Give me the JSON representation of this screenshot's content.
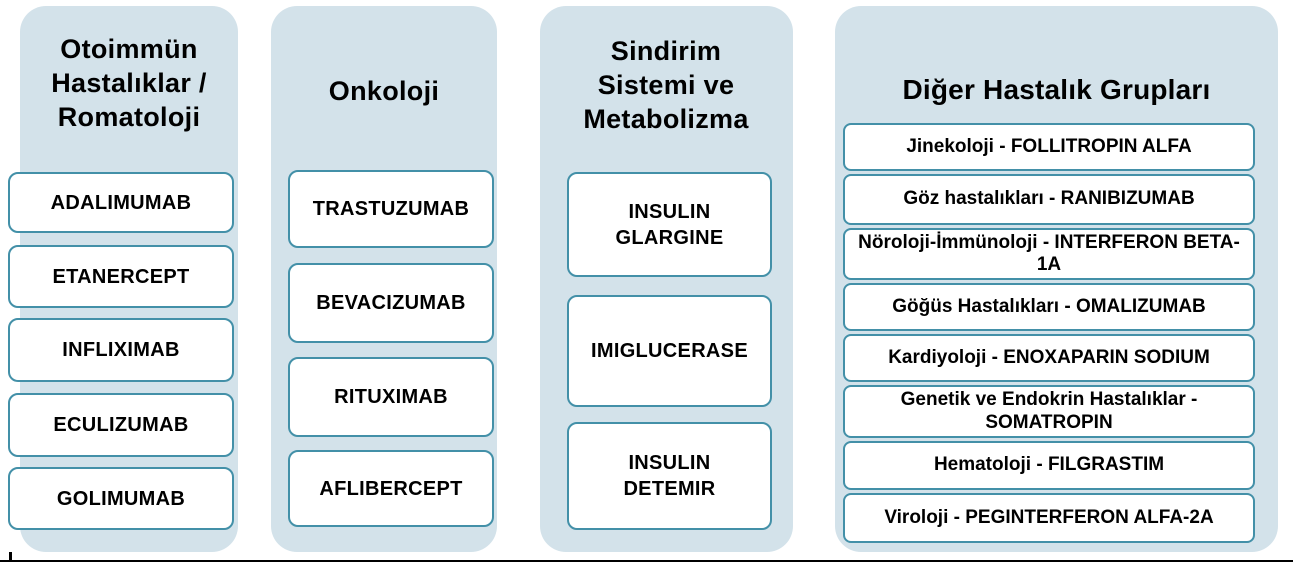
{
  "colors": {
    "column_bg": "#d3e2ea",
    "box_border": "#4390a8",
    "box_bg": "#ffffff",
    "text_color": "#000000",
    "line_color": "#000000"
  },
  "columns": [
    {
      "title": "Otoimmün Hastalıklar / Romatoloji",
      "items": [
        "ADALIMUMAB",
        "ETANERCEPT",
        "INFLIXIMAB",
        "ECULIZUMAB",
        "GOLIMUMAB"
      ]
    },
    {
      "title": "Onkoloji",
      "items": [
        "TRASTUZUMAB",
        "BEVACIZUMAB",
        "RITUXIMAB",
        "AFLIBERCEPT"
      ]
    },
    {
      "title": "Sindirim Sistemi ve Metabolizma",
      "items": [
        "INSULIN GLARGINE",
        "IMIGLUCERASE",
        "INSULIN DETEMIR"
      ]
    },
    {
      "title": "Diğer Hastalık Grupları",
      "items": [
        "Jinekoloji - FOLLITROPIN ALFA",
        "Göz hastalıkları - RANIBIZUMAB",
        "Nöroloji-İmmünoloji - INTERFERON BETA-1A",
        "Göğüs Hastalıkları - OMALIZUMAB",
        "Kardiyoloji - ENOXAPARIN SODIUM",
        "Genetik ve Endokrin Hastalıklar - SOMATROPIN",
        "Hematoloji - FILGRASTIM",
        "Viroloji - PEGINTERFERON ALFA-2A"
      ]
    }
  ]
}
